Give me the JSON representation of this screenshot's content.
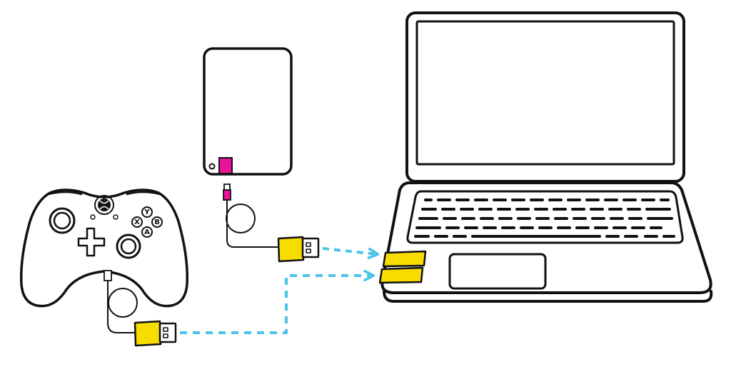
{
  "controller": {
    "buttons": [
      {
        "id": "y",
        "label": "Y"
      },
      {
        "id": "x",
        "label": "X"
      },
      {
        "id": "b",
        "label": "B"
      },
      {
        "id": "a",
        "label": "A"
      }
    ]
  },
  "colors": {
    "usb_plug": "#F7DC00",
    "micro_usb_port": "#E8139A",
    "dashed_arrow": "#4CC4E8",
    "outline": "#111111"
  },
  "icons": [
    "game-controller-icon",
    "external-hard-drive-icon",
    "laptop-icon",
    "usb-plug-icon",
    "usb-port-icon",
    "dashed-arrow-icon"
  ]
}
